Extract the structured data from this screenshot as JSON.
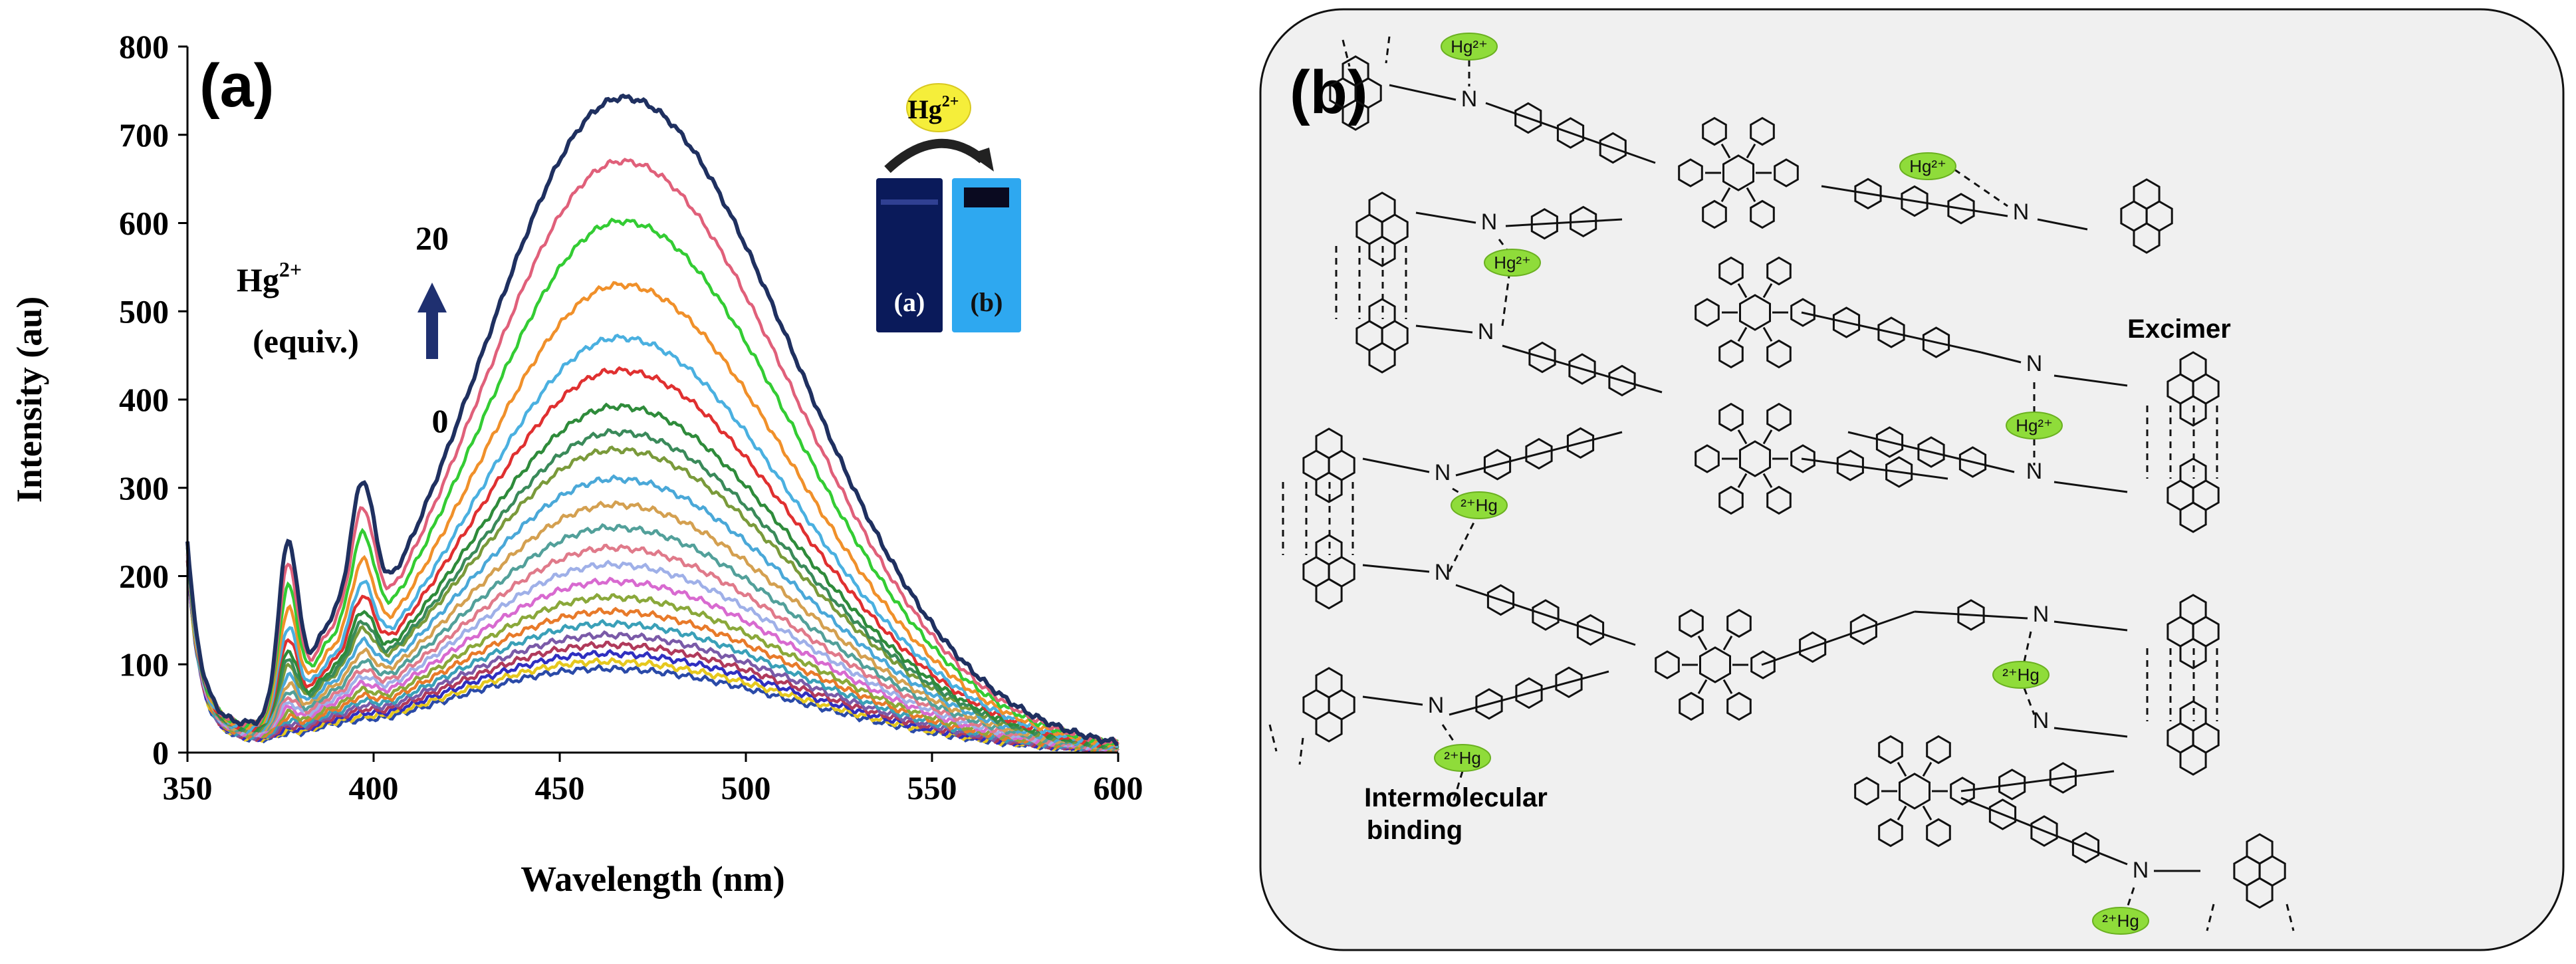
{
  "panel_a_label": "(a)",
  "panel_b_label": "(b)",
  "chart_data": {
    "type": "line",
    "xlabel": "Wavelength (nm)",
    "ylabel": "Intensity (au)",
    "xlim": [
      350,
      600
    ],
    "ylim": [
      0,
      800
    ],
    "xticks": [
      350,
      400,
      450,
      500,
      550,
      600
    ],
    "yticks": [
      0,
      100,
      200,
      300,
      400,
      500,
      600,
      700,
      800
    ],
    "grid": false,
    "model": {
      "peak_wavelength": [
        462,
        467
      ],
      "side_bands": [
        377,
        397
      ],
      "note_units": "nm"
    },
    "series": [
      {
        "peak": 95,
        "color": "#2a4aa8"
      },
      {
        "peak": 103,
        "color": "#e6c81e"
      },
      {
        "peak": 112,
        "color": "#2f2fc0"
      },
      {
        "peak": 122,
        "color": "#b03a5b"
      },
      {
        "peak": 133,
        "color": "#7a5aa8"
      },
      {
        "peak": 146,
        "color": "#3aa0b8"
      },
      {
        "peak": 160,
        "color": "#e87a2a"
      },
      {
        "peak": 176,
        "color": "#8aa83a"
      },
      {
        "peak": 194,
        "color": "#d86ad0"
      },
      {
        "peak": 213,
        "color": "#9fb0e8"
      },
      {
        "peak": 232,
        "color": "#e07a8a"
      },
      {
        "peak": 255,
        "color": "#52a09a"
      },
      {
        "peak": 281,
        "color": "#d4a050"
      },
      {
        "peak": 310,
        "color": "#4aa8d8"
      },
      {
        "peak": 343,
        "color": "#7a9a3a"
      },
      {
        "peak": 363,
        "color": "#3a8a5a"
      },
      {
        "peak": 392,
        "color": "#2e8b3a"
      },
      {
        "peak": 433,
        "color": "#e03030"
      },
      {
        "peak": 470,
        "color": "#4ab0e0"
      },
      {
        "peak": 530,
        "color": "#f0902a"
      },
      {
        "peak": 602,
        "color": "#33cc33"
      },
      {
        "peak": 670,
        "color": "#e0607a"
      },
      {
        "peak": 742,
        "color": "#1f3060"
      }
    ]
  },
  "annotations": {
    "hg_label": "Hg",
    "hg_sup": "2+",
    "equiv_label": "(equiv.)",
    "arrow_top": "20",
    "arrow_bottom": "0"
  },
  "inset": {
    "ion_label": "Hg",
    "ion_sup": "2+",
    "vial_a": "(a)",
    "vial_b": "(b)",
    "vial_a_color": "#0a1a5a",
    "vial_b_color": "#2ea8f0"
  },
  "diagram": {
    "labels": {
      "excimer": "Excimer",
      "intermolecular_1": "Intermolecular",
      "intermolecular_2": "binding"
    },
    "hg_ions": [
      "Hg²⁺",
      "Hg²⁺",
      "Hg²⁺",
      "Hg²⁺",
      "²⁺Hg",
      "²⁺Hg",
      "²⁺Hg",
      "²⁺Hg"
    ],
    "imine_n": [
      "N",
      "N",
      "N",
      "N",
      "N",
      "N",
      "N",
      "N",
      "N",
      "N",
      "N",
      "N"
    ],
    "ion_color": "#8fdc3a"
  }
}
